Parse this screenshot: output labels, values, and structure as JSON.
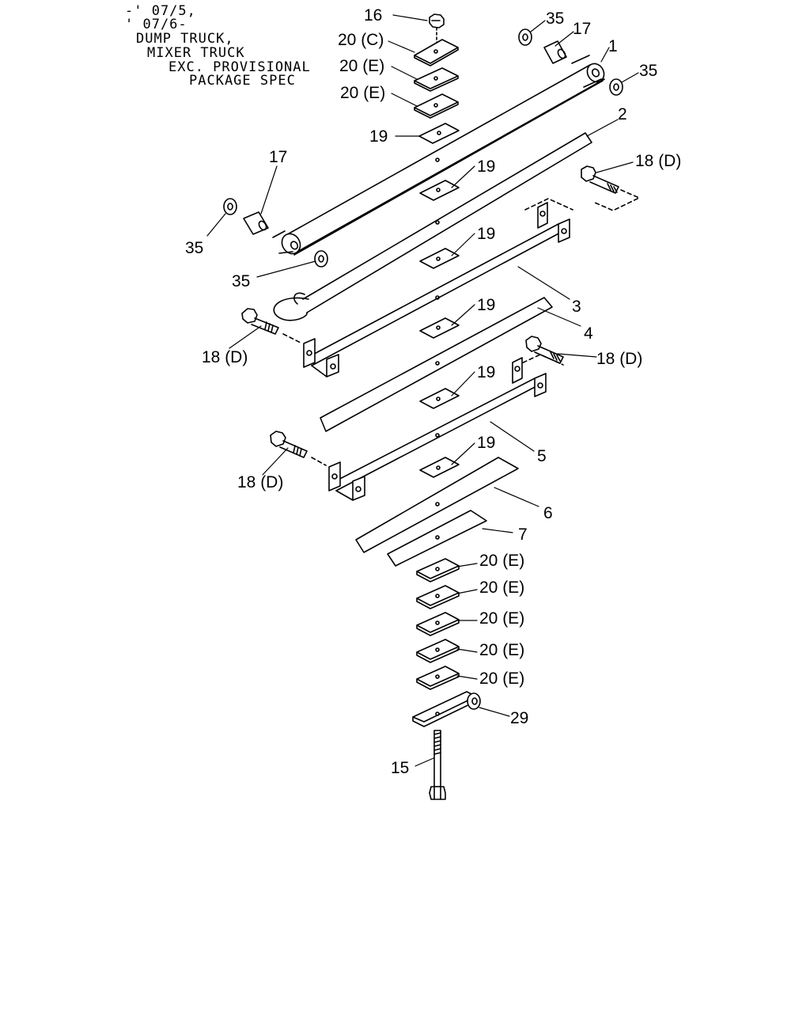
{
  "note": {
    "lines": [
      "-' 07/5,",
      "' 07/6-",
      "DUMP TRUCK,",
      "MIXER TRUCK",
      "EXC. PROVISIONAL",
      "PACKAGE SPEC"
    ]
  },
  "callouts": {
    "c16": "16",
    "c20c": "20 (C)",
    "c20e_top1": "20 (E)",
    "c20e_top2": "20 (E)",
    "c19_top": "19",
    "c35_tr": "35",
    "c17_tr": "17",
    "c1": "1",
    "c35_r": "35",
    "c2": "2",
    "c18d_r1": "18 (D)",
    "c17_l": "17",
    "c35_l": "35",
    "c35_ml": "35",
    "c19_a": "19",
    "c19_b": "19",
    "c3": "3",
    "c19_c": "19",
    "c4": "4",
    "c18d_l1": "18 (D)",
    "c18d_r2": "18 (D)",
    "c19_d": "19",
    "c5": "5",
    "c19_e": "19",
    "c18d_l2": "18 (D)",
    "c6": "6",
    "c7": "7",
    "c20e_b1": "20 (E)",
    "c20e_b2": "20 (E)",
    "c20e_b3": "20 (E)",
    "c20e_b4": "20 (E)",
    "c20e_b5": "20 (E)",
    "c29": "29",
    "c15": "15"
  }
}
